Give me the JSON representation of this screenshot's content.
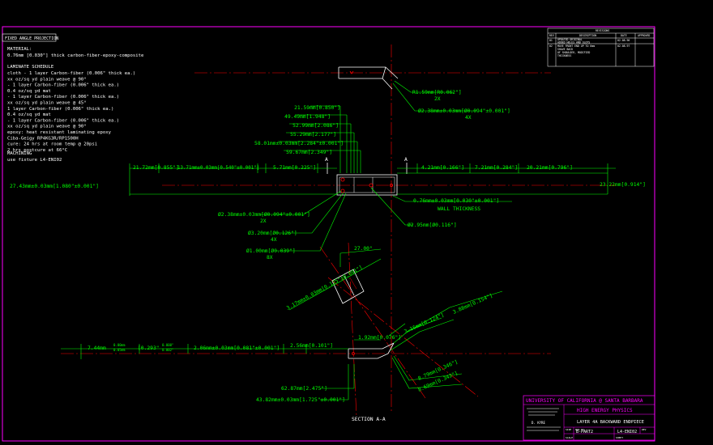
{
  "header": {
    "project": "FIXED ANGLE PROJECTION"
  },
  "notes": {
    "material_title": "MATERIAL:",
    "material_desc": "0.76mm [0.030\"] thick carbon-fiber-epoxy-composite",
    "laminate_title": "LAMINATE SCHEDULE",
    "laminate_lines": [
      "cloth - 1 layer Carbon-fiber (0.006\" thick ea.)",
      " xx oz/sq yd plain weave @ 90°",
      " - 1 layer Carbon-fiber (0.006\" thick ea.)",
      "0.4 oz/sq yd mat",
      " - 1 layer Carbon-fiber (0.006\" thick ea.)",
      " xx oz/sq yd plain weave @ 45°",
      "1 layer Carbon-fiber (0.006\" thick ea.)",
      "0.4 oz/sq yd mat",
      " - 1 layer Carbon-fiber (0.006\" thick ea.)",
      " xx oz/sq yd plain weave @ 90°",
      "epoxy: heat resistant laminating epoxy",
      " Ciba-Geigy RP4KG3R/RP1500H",
      "cure: 24 hrs at room temp @ 20psi",
      " 2 hrs postcure at 66°C"
    ],
    "machining_title": "MACHINING",
    "machining_desc": "use fixture L4-ENI02"
  },
  "revisions": {
    "title": "REVISIONS",
    "headers": [
      "REV",
      "DESCRIPTION",
      "DATE",
      "APPROVED"
    ],
    "rows": [
      {
        "rev": "01",
        "desc": "UPDATED ORIGINAL",
        "desc2": "ADDED HOLES AND SLOTS",
        "date": "02-08-96"
      },
      {
        "rev": "02",
        "desc": "MOVE FRONT END UP TO 0mm",
        "desc2": "SHAVE BACK",
        "desc3": "OF SHOULDER, MODIFIED",
        "desc4": "THICKNESS",
        "date": "02-08-97"
      }
    ]
  },
  "dims": {
    "r159": "R1.59mm[R0.062\"]",
    "r159_count": "2X",
    "d238_top": "Ø2.38mm±0.03mm[Ø0.094\"±0.001\"]",
    "d238_top_count": "4X",
    "v2159": "21.59mm[0.850\"]",
    "v4949": "49.49mm[1.948\"]",
    "v5299": "52.99mm[2.086\"]",
    "v5529": "55.29mm[2.177\"]",
    "v5801": "58.01mm±0.03mm[2.284\"±0.001\"]",
    "v5967": "59.67mm[2.349\"]",
    "h2172": "21.72mm[0.855\"]",
    "h1371": "13.71mm±0.03mm[0.540\"±0.001\"]",
    "h571": "5.71mm[0.225\"]",
    "h421": "4.21mm[0.166\"]",
    "h721": "7.21mm[0.284\"]",
    "h2021": "20.21mm[0.796\"]",
    "h2743": "27.43mm±0.03mm[1.080\"±0.001\"]",
    "h2322": "23.22mm[0.914\"]",
    "wall_dim": "0.76mm±0.03mm[0.030\"±0.001\"]",
    "wall_label": "WALL THICKNESS",
    "d238_mid": "Ø2.38mm±0.03mm[Ø0.094\"±0.001\"]",
    "d238_mid_count": "2X",
    "d320": "Ø3.20mm[Ø0.126\"]",
    "d320_count": "4X",
    "d100": "Ø1.00mm[Ø0.039\"]",
    "d100_count": "8X",
    "d295": "Ø2.95mm[Ø0.116\"]",
    "sect_a": "A",
    "ang27": "27.00°",
    "d317": "3.17mm±0.03mm[0.125\"±0.001\"]",
    "h744": "7.44mm",
    "h744_tol_top": "0.00mm",
    "h744_tol_bot": "0.05mm",
    "h744_in": "[0.293\"",
    "h744_in_tol_top": "0.000\"",
    "h744_in_tol_bot": "0.002\"",
    "h206": "2.06mm±0.03mm[0.081\"±0.001\"]",
    "h256": "2.56mm[0.101\"]",
    "h192": "1.92mm[0.076\"]",
    "d316": "3.16mm[0.124\"]",
    "d388": "3.88mm[0.154\"]",
    "d879": "8.79mm[0.346\"]",
    "d869": "8.69mm[0.342\"]",
    "v6287": "62.87mm[2.475\"]",
    "v4382": "43.82mm±0.03mm[1.725\"±0.001\"]",
    "section_label": "SECTION A-A"
  },
  "title_block": {
    "org": "UNIVERSITY OF CALIFORNIA @ SANTA BARBARA",
    "dept": "HIGH ENERGY PHYSICS",
    "part": "LAYER 4A BACKWARD ENDPIECE",
    "drawn_by": "D. KYRE",
    "size_label": "SIZE",
    "dwg_label": "DWG NO",
    "rev_label": "REV",
    "file": "B-PART2",
    "dwg_no": "L4-ENI02",
    "scale": "SCALE",
    "sheet": "SHEET"
  },
  "colors": {
    "background": "#000000",
    "geometry": "#ffffff",
    "dimension": "#00ff00",
    "centerline": "#ff0000",
    "border": "#ff00ff",
    "title_text": "#ff00ff"
  }
}
